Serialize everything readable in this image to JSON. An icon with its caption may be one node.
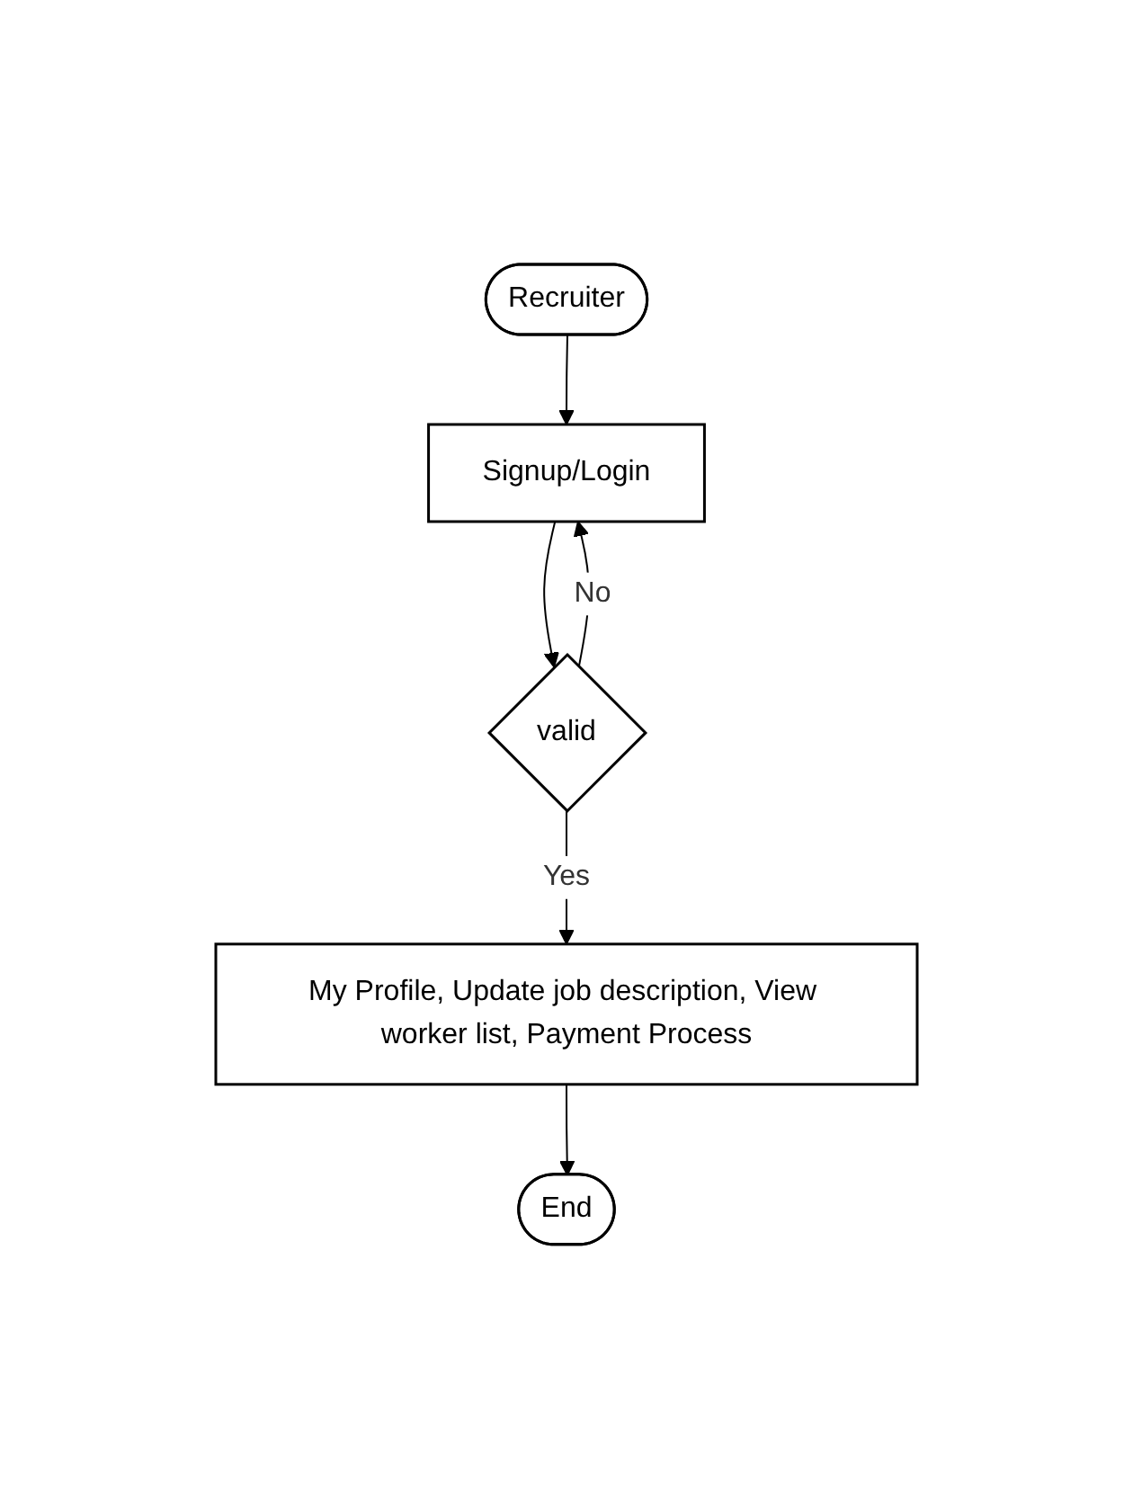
{
  "diagram": {
    "nodes": [
      {
        "text": [
          "Recruiter"
        ]
      },
      {
        "text": [
          "Signup/Login"
        ]
      },
      {
        "text": [
          "valid"
        ]
      },
      {
        "text": [
          "My Profile, Update job description, View worker list, Payment Process"
        ]
      },
      {
        "text": [
          "End"
        ]
      }
    ],
    "edges": [
      {
        "from": 0,
        "to": 1,
        "arrow": "to"
      },
      {
        "from": 1,
        "to": 2,
        "arrow": "to"
      },
      {
        "from": 2,
        "to": 1,
        "label": "No",
        "arrow": "to"
      },
      {
        "from": 2,
        "to": 3,
        "label": "Yes",
        "arrow": "to"
      },
      {
        "from": 3,
        "to": 4,
        "arrow": "to"
      }
    ]
  }
}
